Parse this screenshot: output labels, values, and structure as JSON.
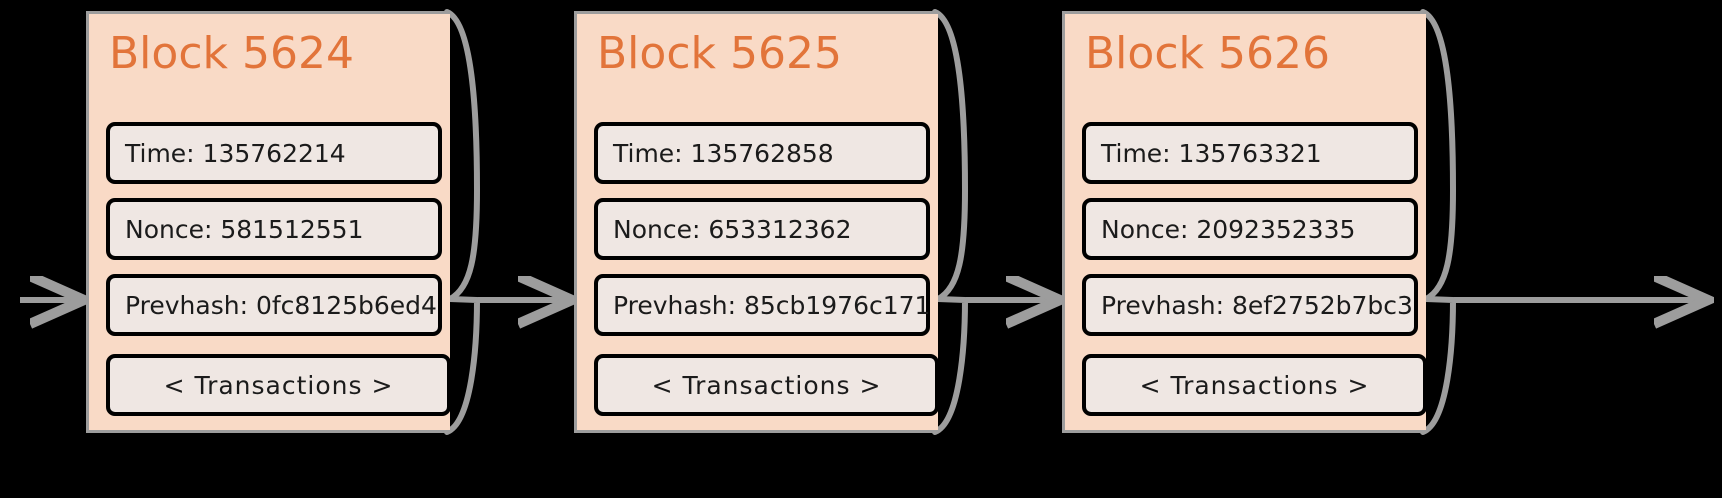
{
  "diagram": {
    "title": "Blockchain blocks",
    "background_color": "#000000",
    "block_fill": "#f9dac6",
    "block_border": "#9d9d9d",
    "field_fill": "#efe7e3",
    "field_border": "#000000",
    "title_color": "#e2743a",
    "arrow_color": "#9d9d9d",
    "field_labels": [
      "Time",
      "Nonce",
      "Prevhash",
      "Transactions"
    ],
    "transactions_label": "< Transactions >"
  },
  "blocks": [
    {
      "title": "Block 5624",
      "time": "Time: 135762214",
      "nonce": "Nonce: 581512551",
      "prevhash": "Prevhash: 0fc8125b6ed4",
      "transactions": "< Transactions >"
    },
    {
      "title": "Block 5625",
      "time": "Time: 135762858",
      "nonce": "Nonce: 653312362",
      "prevhash": "Prevhash: 85cb1976c171",
      "transactions": "< Transactions >"
    },
    {
      "title": "Block 5626",
      "time": "Time: 135763321",
      "nonce": "Nonce: 2092352335",
      "prevhash": "Prevhash: 8ef2752b7bc3",
      "transactions": "< Transactions >"
    }
  ],
  "arrows": [
    {
      "name": "arrow-in-block-5624"
    },
    {
      "name": "arrow-5624-to-5625"
    },
    {
      "name": "arrow-5625-to-5626"
    },
    {
      "name": "arrow-out-block-5626"
    }
  ]
}
